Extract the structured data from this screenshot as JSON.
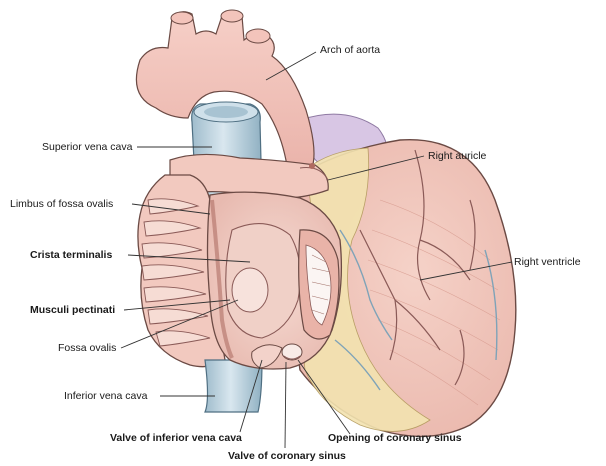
{
  "labels": {
    "arch_of_aorta": "Arch of aorta",
    "superior_vena_cava": "Superior vena cava",
    "right_auricle": "Right auricle",
    "limbus_of_fossa_ovalis": "Limbus of fossa ovalis",
    "crista_terminalis": "Crista terminalis",
    "right_ventricle": "Right ventricle",
    "musculi_pectinati": "Musculi pectinati",
    "fossa_ovalis": "Fossa ovalis",
    "inferior_vena_cava": "Inferior vena cava",
    "valve_of_inferior_vena_cava": "Valve of inferior vena cava",
    "opening_of_coronary_sinus": "Opening of coronary sinus",
    "valve_of_coronary_sinus": "Valve of coronary sinus"
  },
  "colors": {
    "myocardium": "#f2c9bf",
    "myocardium_light": "#f7ddd6",
    "fat": "#f3e3b0",
    "vein": "#bcd2de",
    "vein_dark": "#7fa3b8",
    "pericardium": "#d8c6e4",
    "outline": "#6b4a44",
    "vessel_line": "#8a5a57"
  }
}
